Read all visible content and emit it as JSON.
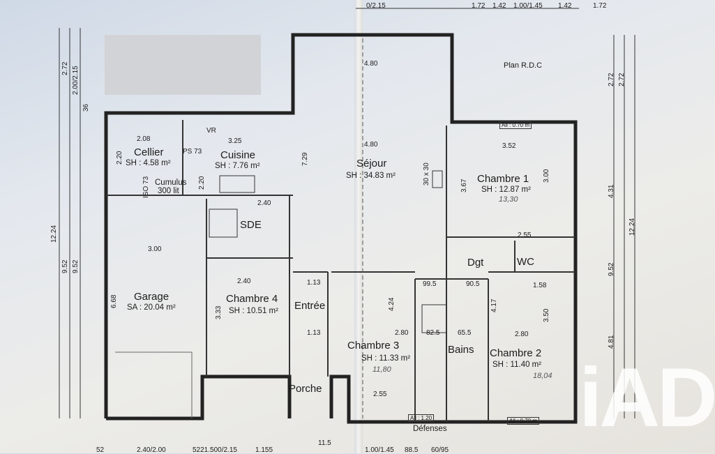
{
  "plan_title": "Plan R.D.C",
  "rooms": {
    "cellier": {
      "name": "Cellier",
      "area": "SH : 4.58 m²"
    },
    "cuisine": {
      "name": "Cuisine",
      "area": "SH : 7.76 m²"
    },
    "sejour": {
      "name": "Séjour",
      "area": "SH : 34.83 m²"
    },
    "chambre1": {
      "name": "Chambre 1",
      "area": "SH : 12.87 m²",
      "note": "13,30"
    },
    "sde": {
      "name": "SDE"
    },
    "dgt": {
      "name": "Dgt"
    },
    "wc": {
      "name": "WC"
    },
    "garage": {
      "name": "Garage",
      "area": "SA : 20.04 m²"
    },
    "chambre4": {
      "name": "Chambre 4",
      "area": "SH : 10.51 m²"
    },
    "entree": {
      "name": "Entrée"
    },
    "chambre3": {
      "name": "Chambre 3",
      "area": "SH : 11.33 m²",
      "note": "11,80"
    },
    "bains": {
      "name": "Bains"
    },
    "chambre2": {
      "name": "Chambre 2",
      "area": "SH : 11.40 m²",
      "note": "18,04"
    },
    "porche": {
      "name": "Porche"
    }
  },
  "fixtures": {
    "cumulus": "Cumulus",
    "cumulus_cap": "300 lit",
    "iso": "ISO 73",
    "conduit": "30 x 30",
    "vr": "VR",
    "defenses": "Défenses"
  },
  "dimensions": {
    "top": [
      "1.72",
      "1.42",
      "1.00/1.45",
      "1.42",
      "0/2.15"
    ],
    "bottom": [
      "52",
      "2.40/2.00",
      "5221.500/2.15",
      "1.155",
      "11.5",
      "1.00/1.45",
      "88.5",
      "60/95"
    ],
    "left": [
      "2.72",
      "2.00/2.15",
      "36",
      "12.24",
      "9.52",
      "9.52"
    ],
    "right": [
      "2.72",
      "2.72",
      "4.31",
      "12.24",
      "4.81",
      "9.52"
    ],
    "interior": [
      "2.08",
      "3.25",
      "2.20",
      "2.20",
      "2.40",
      "3.00",
      "4.80",
      "4.80",
      "3.52",
      "3.67",
      "3.00",
      "2.55",
      "1.13",
      "1.13",
      "2.40",
      "3.33",
      "4.24",
      "2.80",
      "82.5",
      "65.5",
      "2.80",
      "1.58",
      "3.50",
      "4.17",
      "99.5",
      "90.5",
      "2.55",
      "6.68",
      "7.29",
      "PS 73",
      "All : 0.70 m",
      "All : 1.20",
      "All : 0.70 m"
    ]
  },
  "watermark": "iAD"
}
